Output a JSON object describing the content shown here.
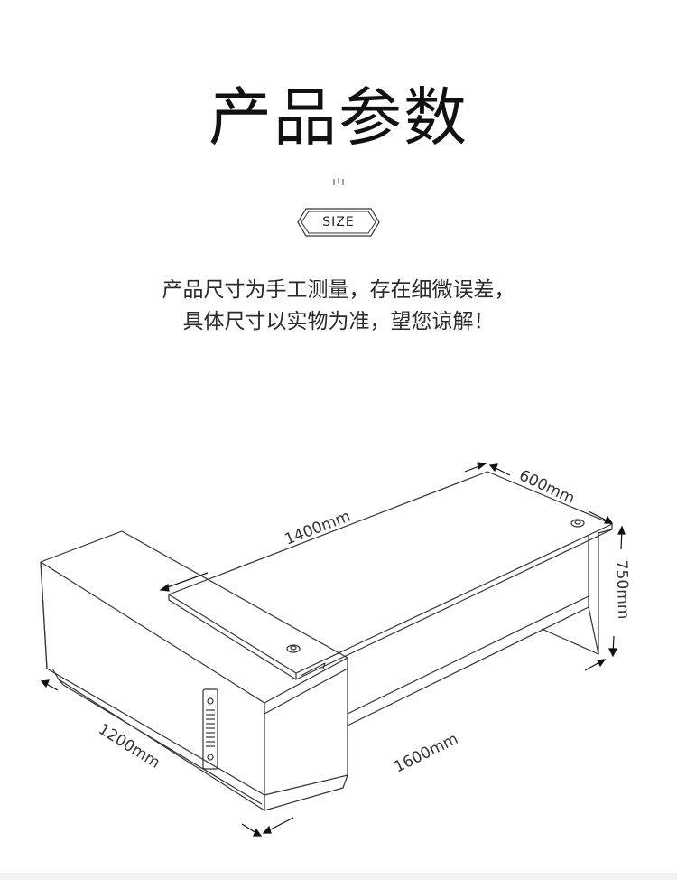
{
  "header": {
    "title": "产品参数",
    "badge_label": "SIZE"
  },
  "description": {
    "line1": "产品尺寸为手工测量，存在细微误差，",
    "line2": "具体尺寸以实物为准，望您谅解！"
  },
  "dimensions": {
    "top_width": "1400mm",
    "depth": "600mm",
    "height": "750mm",
    "return_length": "1200mm",
    "base_length": "1600mm"
  },
  "colors": {
    "line": "#333333",
    "background": "#ffffff"
  }
}
